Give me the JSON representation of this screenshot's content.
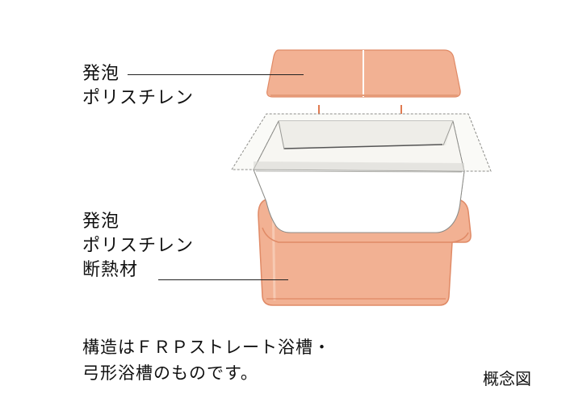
{
  "labels": {
    "lid": [
      "発泡",
      "ポリスチレン"
    ],
    "insulation": [
      "発泡",
      "ポリスチレン",
      "断熱材"
    ]
  },
  "note": [
    "構造はＦＲＰストレート浴槽・",
    "弓形浴槽のものです。"
  ],
  "caption": "概念図",
  "colors": {
    "foam_fill": "#f2b193",
    "foam_edge": "#e08a66",
    "tub_fill": "#f7f6f2",
    "tub_edge": "#8c8c88",
    "arrow": "#e07a50",
    "leader": "#222222"
  }
}
